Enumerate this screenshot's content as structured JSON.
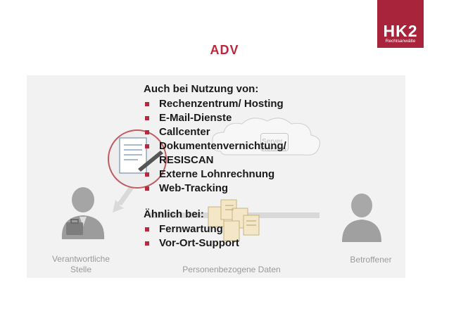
{
  "slide": {
    "title": "ADV"
  },
  "logo": {
    "main": "HK2",
    "sub": "Rechtsanwälte"
  },
  "diagram": {
    "server_label": "Server Rechen",
    "left_label": "Verantwortliche Stelle",
    "middle_label": "Personenbezogene Daten",
    "right_label": "Betroffener"
  },
  "content": {
    "heading1": "Auch bei Nutzung von:",
    "list1": [
      "Rechenzentrum/ Hosting",
      "E-Mail-Dienste",
      "Callcenter",
      "Dokumentenvernichtung/ RESISCAN",
      "Externe Lohnrechnung",
      "Web-Tracking"
    ],
    "heading2": "Ähnlich bei:",
    "list2": [
      "Fernwartung",
      "Vor-Ort-Support"
    ]
  },
  "colors": {
    "accent": "#b9293d",
    "logo_bg": "#a8243a"
  }
}
